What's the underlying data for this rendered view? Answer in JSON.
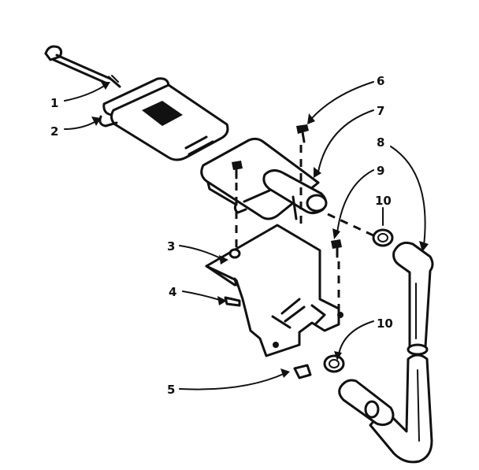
{
  "callouts": [
    {
      "id": "1",
      "label": "1"
    },
    {
      "id": "2",
      "label": "2"
    },
    {
      "id": "3",
      "label": "3"
    },
    {
      "id": "4",
      "label": "4"
    },
    {
      "id": "5",
      "label": "5"
    },
    {
      "id": "6",
      "label": "6"
    },
    {
      "id": "7",
      "label": "7"
    },
    {
      "id": "8",
      "label": "8"
    },
    {
      "id": "9",
      "label": "9"
    },
    {
      "id": "10a",
      "label": "10"
    },
    {
      "id": "10b",
      "label": "10"
    }
  ],
  "colors": {
    "ink": "#111111",
    "background": "#ffffff"
  }
}
